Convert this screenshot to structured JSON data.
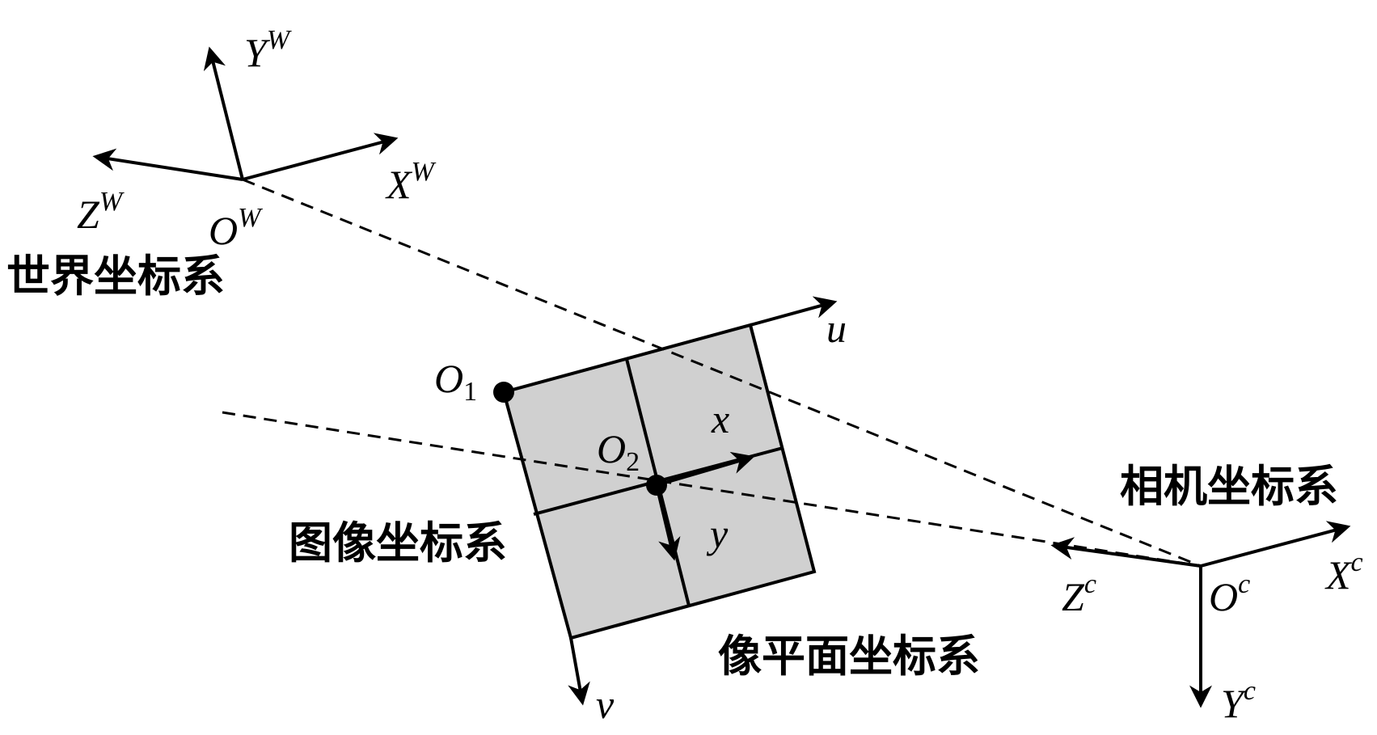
{
  "colors": {
    "stroke": "#000000",
    "plane_fill": "#d0d0d0",
    "background": "#ffffff"
  },
  "world": {
    "frame_label": "世界坐标系",
    "origin": "O",
    "x_axis": "X",
    "y_axis": "Y",
    "z_axis": "Z",
    "superscript": "W"
  },
  "camera": {
    "frame_label": "相机坐标系",
    "origin": "O",
    "x_axis": "X",
    "y_axis": "Y",
    "z_axis": "Z",
    "superscript": "c"
  },
  "image": {
    "frame_label": "图像坐标系",
    "origin": "O",
    "origin_subscript": "2",
    "x_axis": "x",
    "y_axis": "y"
  },
  "pixel": {
    "frame_label": "像平面坐标系",
    "origin": "O",
    "origin_subscript": "1",
    "u_axis": "u",
    "v_axis": "v"
  }
}
